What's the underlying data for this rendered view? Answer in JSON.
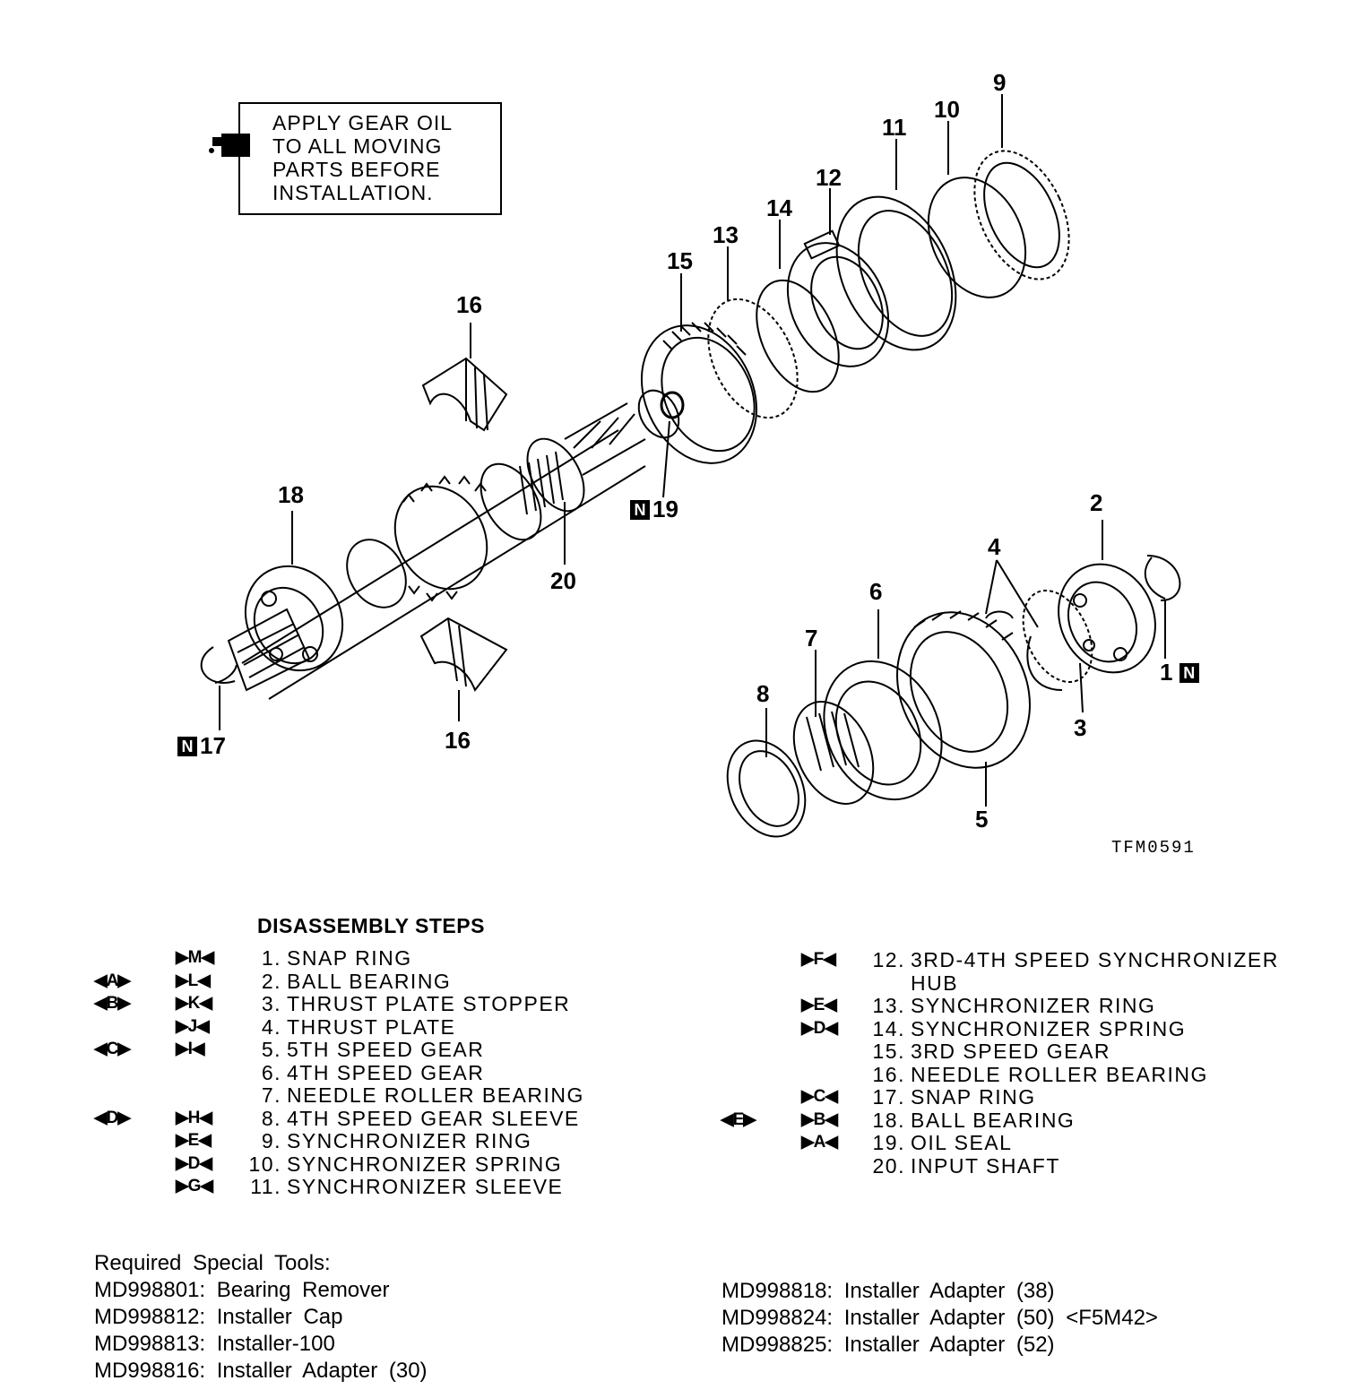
{
  "note": {
    "lines": [
      "APPLY GEAR OIL",
      "TO ALL MOVING",
      "PARTS BEFORE",
      "INSTALLATION."
    ],
    "icon": "oil-can-icon"
  },
  "callouts": {
    "c1": "1",
    "c2": "2",
    "c3": "3",
    "c4": "4",
    "c5": "5",
    "c6": "6",
    "c7": "7",
    "c8": "8",
    "c9": "9",
    "c10": "10",
    "c11": "11",
    "c12": "12",
    "c13": "13",
    "c14": "14",
    "c15": "15",
    "c16a": "16",
    "c16b": "16",
    "c17": "17",
    "c18": "18",
    "c19": "19",
    "c20": "20",
    "badge": "N"
  },
  "figure_code": "TFM0591",
  "disassembly": {
    "title": "DISASSEMBLY STEPS",
    "left": [
      {
        "num": "1.",
        "name": "SNAP RING",
        "install": "▶M◀",
        "remove": ""
      },
      {
        "num": "2.",
        "name": "BALL BEARING",
        "install": "▶L◀",
        "remove": "◀A▶"
      },
      {
        "num": "3.",
        "name": "THRUST PLATE STOPPER",
        "install": "▶K◀",
        "remove": "◀B▶"
      },
      {
        "num": "4.",
        "name": "THRUST PLATE",
        "install": "▶J◀",
        "remove": ""
      },
      {
        "num": "5.",
        "name": "5TH SPEED GEAR",
        "install": "▶I◀",
        "remove": "◀C▶"
      },
      {
        "num": "6.",
        "name": "4TH SPEED GEAR",
        "install": "",
        "remove": ""
      },
      {
        "num": "7.",
        "name": "NEEDLE ROLLER BEARING",
        "install": "",
        "remove": ""
      },
      {
        "num": "8.",
        "name": "4TH SPEED GEAR SLEEVE",
        "install": "▶H◀",
        "remove": "◀D▶"
      },
      {
        "num": "9.",
        "name": "SYNCHRONIZER RING",
        "install": "▶E◀",
        "remove": ""
      },
      {
        "num": "10.",
        "name": "SYNCHRONIZER SPRING",
        "install": "▶D◀",
        "remove": ""
      },
      {
        "num": "11.",
        "name": "SYNCHRONIZER SLEEVE",
        "install": "▶G◀",
        "remove": ""
      }
    ],
    "right": [
      {
        "num": "12.",
        "name": "3RD-4TH SPEED SYNCHRONIZER",
        "name2": "HUB",
        "install": "▶F◀",
        "remove": ""
      },
      {
        "num": "13.",
        "name": "SYNCHRONIZER RING",
        "install": "▶E◀",
        "remove": ""
      },
      {
        "num": "14.",
        "name": "SYNCHRONIZER SPRING",
        "install": "▶D◀",
        "remove": ""
      },
      {
        "num": "15.",
        "name": "3RD SPEED GEAR",
        "install": "",
        "remove": ""
      },
      {
        "num": "16.",
        "name": "NEEDLE ROLLER BEARING",
        "install": "",
        "remove": ""
      },
      {
        "num": "17.",
        "name": "SNAP RING",
        "install": "▶C◀",
        "remove": ""
      },
      {
        "num": "18.",
        "name": "BALL BEARING",
        "install": "▶B◀",
        "remove": "◀E▶"
      },
      {
        "num": "19.",
        "name": "OIL SEAL",
        "install": "▶A◀",
        "remove": ""
      },
      {
        "num": "20.",
        "name": "INPUT SHAFT",
        "install": "",
        "remove": ""
      }
    ]
  },
  "tools": {
    "heading": "Required Special Tools:",
    "left": [
      "MD998801: Bearing Remover",
      "MD998812: Installer Cap",
      "MD998813: Installer-100",
      "MD998816: Installer Adapter (30)"
    ],
    "right": [
      "MD998818: Installer Adapter (38)",
      "MD998824: Installer Adapter (50) <F5M42>",
      "MD998825: Installer Adapter (52)"
    ]
  }
}
